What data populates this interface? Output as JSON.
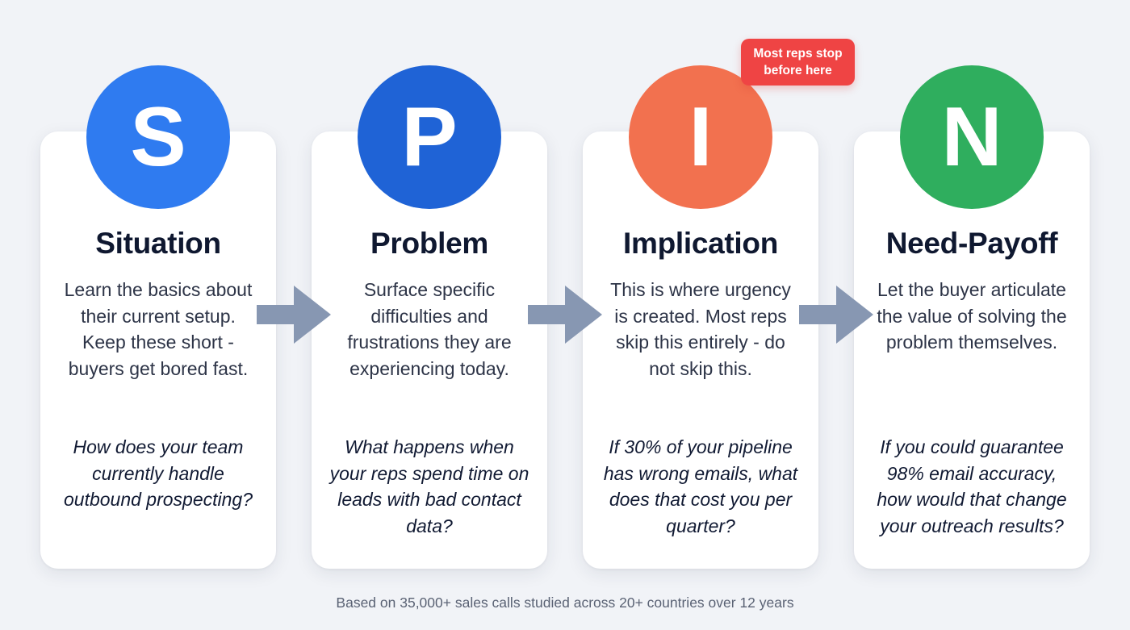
{
  "steps": [
    {
      "letter": "S",
      "title": "Situation",
      "description": "Learn the basics about their current setup. Keep these short - buyers get bored fast.",
      "question": "How does your team currently handle outbound prospecting?",
      "color": "#2f7bf0"
    },
    {
      "letter": "P",
      "title": "Problem",
      "description": "Surface specific difficulties and frustrations they are experiencing today.",
      "question": "What happens when your reps spend time on leads with bad contact data?",
      "color": "#1f63d6"
    },
    {
      "letter": "I",
      "title": "Implication",
      "description": "This is where urgency is created. Most reps skip this entirely - do not skip this.",
      "question": "If 30% of your pipeline has wrong emails, what does that cost you per quarter?",
      "color": "#f2714f"
    },
    {
      "letter": "N",
      "title": "Need-Payoff",
      "description": "Let the buyer articulate the value of solving the problem themselves.",
      "question": "If you could guarantee 98% email accuracy, how would that change your outreach results?",
      "color": "#2fae5e"
    }
  ],
  "callout": {
    "text": "Most reps stop before here",
    "color": "#ef4444"
  },
  "arrow_color": "#8797b2",
  "footer": "Based on 35,000+ sales calls studied across 20+ countries over 12 years"
}
